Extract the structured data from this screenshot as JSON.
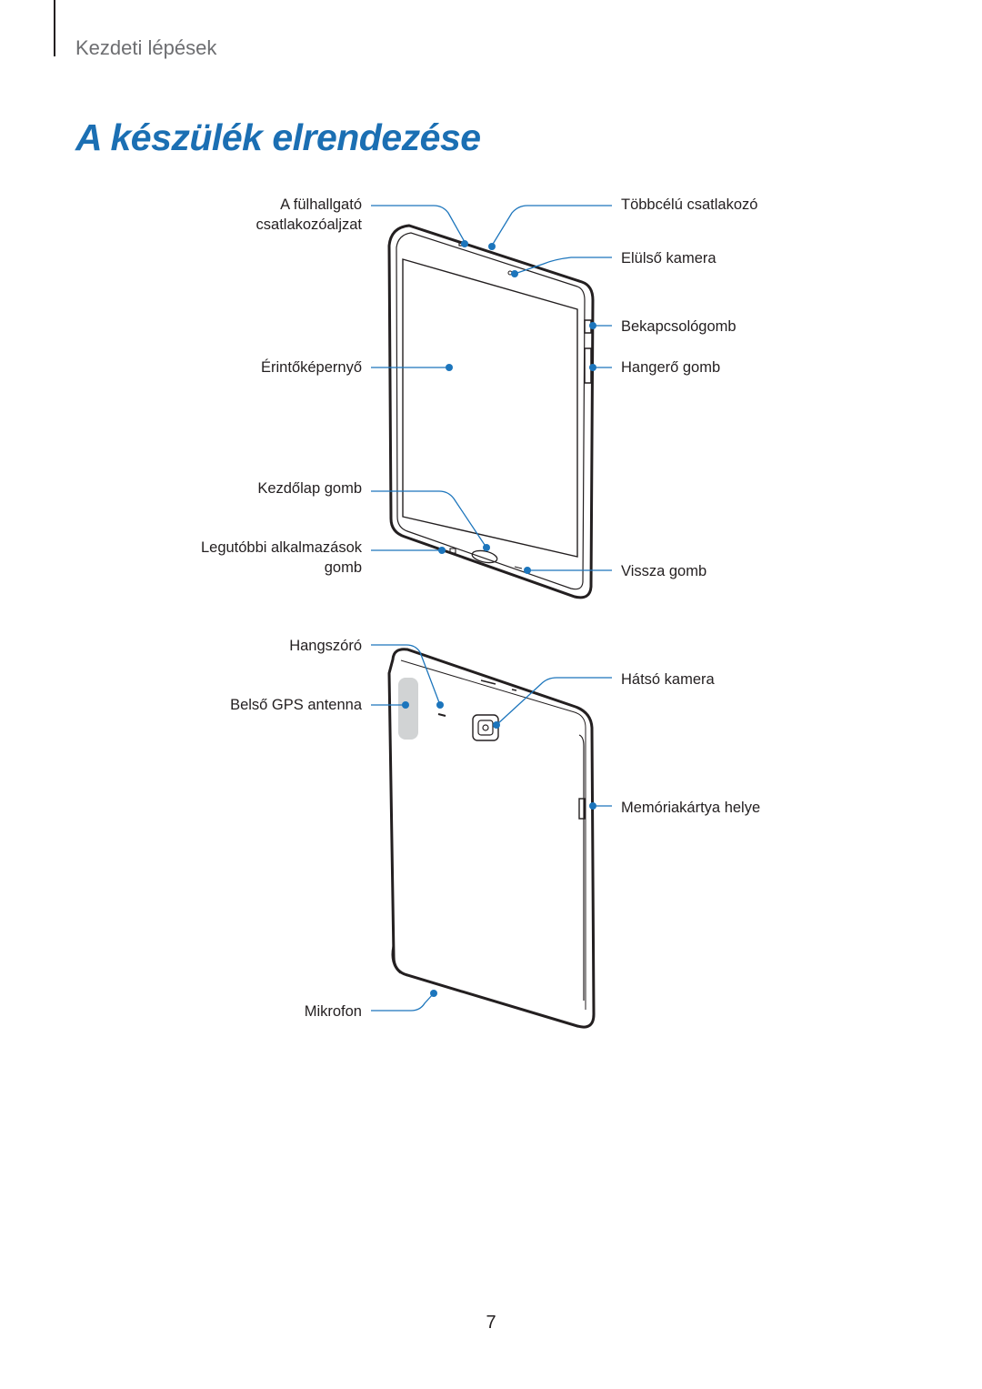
{
  "header": {
    "section": "Kezdeti lépések",
    "title": "A készülék elrendezése"
  },
  "front": {
    "labels_left": {
      "headset_line1": "A fülhallgató",
      "headset_line2": "csatlakozóaljzat",
      "touchscreen": "Érintőképernyő",
      "home": "Kezdőlap gomb",
      "recent_line1": "Legutóbbi alkalmazások",
      "recent_line2": "gomb"
    },
    "labels_right": {
      "multipurpose": "Többcélú csatlakozó",
      "front_camera": "Elülső kamera",
      "power": "Bekapcsológomb",
      "volume": "Hangerő gomb",
      "back": "Vissza gomb"
    }
  },
  "rear": {
    "labels_left": {
      "speaker": "Hangszóró",
      "gps": "Belső GPS antenna",
      "mic": "Mikrofon"
    },
    "labels_right": {
      "rear_camera": "Hátsó kamera",
      "memory_card": "Memóriakártya helye"
    }
  },
  "footer": {
    "page_number": "7"
  },
  "colors": {
    "accent": "#1b6fb3",
    "callout": "#1c75bc",
    "text": "#231f20",
    "muted": "#6d6e71"
  }
}
